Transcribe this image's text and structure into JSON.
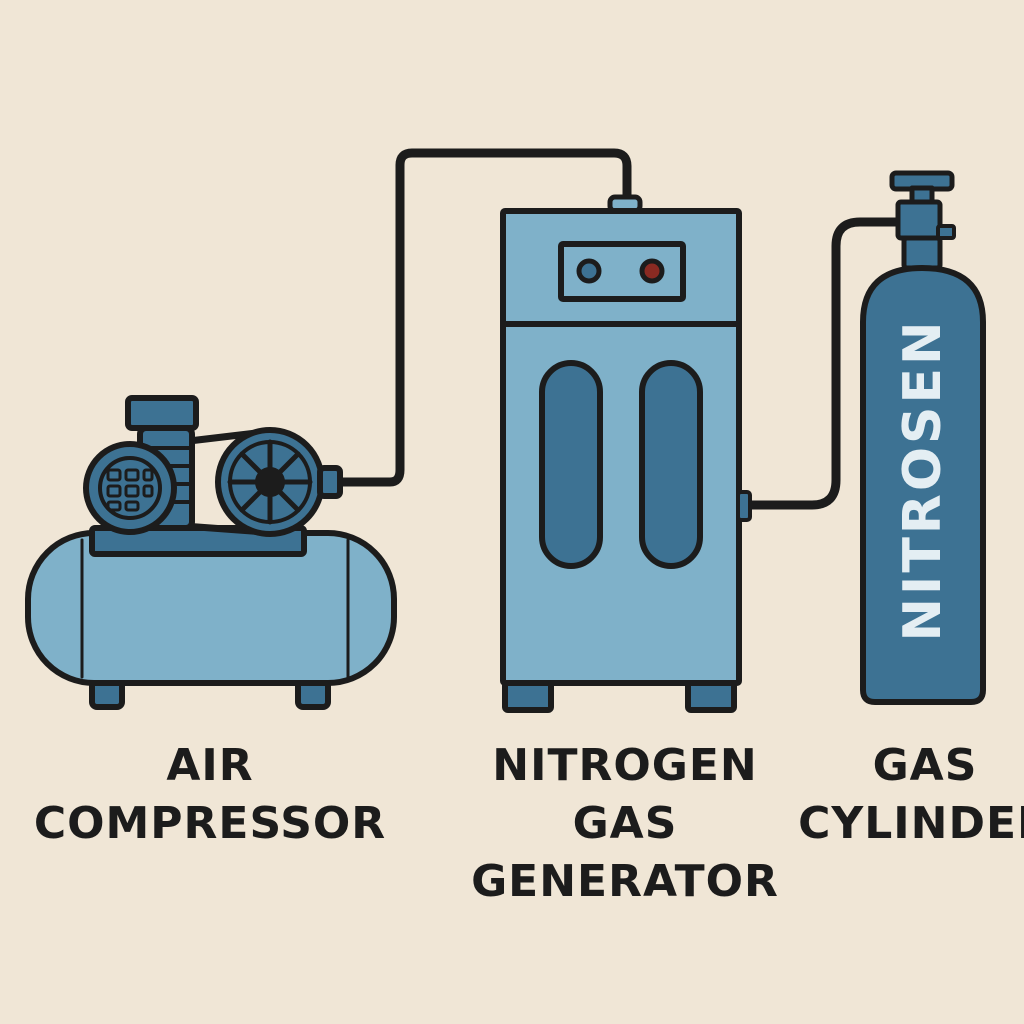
{
  "labels": {
    "compressor": [
      "AIR",
      "COMPRESSOR"
    ],
    "generator": [
      "NITROGEN",
      "GAS",
      "GENERATOR"
    ],
    "cylinder": [
      "GAS",
      "CYLINDER"
    ]
  },
  "cylinder_marking": "NITROSEN",
  "colors": {
    "background": "#f0e6d6",
    "light_blue": "#7fb1c9",
    "dark_blue": "#3d7293",
    "outline": "#1c1c1c",
    "indicator_red": "#8a2a22"
  },
  "icons": [
    "air-compressor-icon",
    "nitrogen-generator-icon",
    "gas-cylinder-icon",
    "pipe-icon"
  ]
}
